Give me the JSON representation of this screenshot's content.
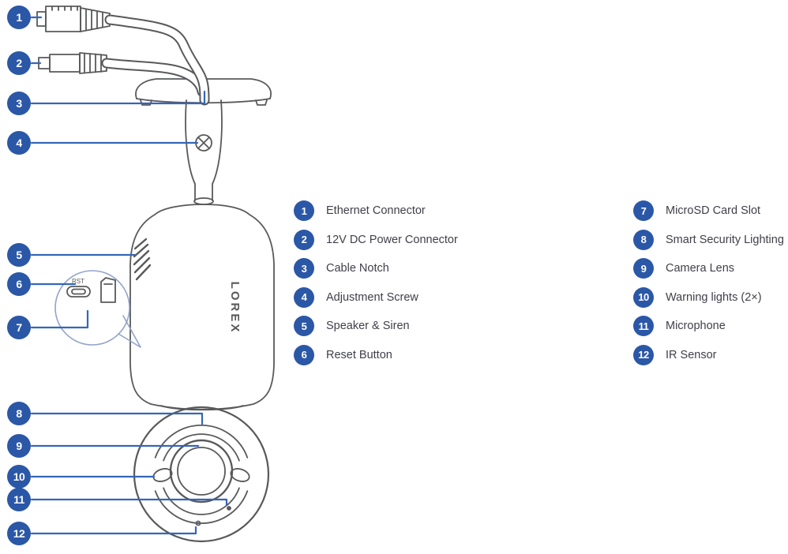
{
  "diagram": {
    "brand": "LOREX",
    "rst_label": "RST"
  },
  "legend": {
    "left": [
      {
        "num": "1",
        "label": "Ethernet Connector"
      },
      {
        "num": "2",
        "label": "12V DC Power Connector"
      },
      {
        "num": "3",
        "label": "Cable Notch"
      },
      {
        "num": "4",
        "label": "Adjustment Screw"
      },
      {
        "num": "5",
        "label": "Speaker & Siren"
      },
      {
        "num": "6",
        "label": "Reset Button"
      }
    ],
    "right": [
      {
        "num": "7",
        "label": "MicroSD Card Slot"
      },
      {
        "num": "8",
        "label": "Smart Security Lighting"
      },
      {
        "num": "9",
        "label": "Camera Lens"
      },
      {
        "num": "10",
        "label": "Warning lights (2×)"
      },
      {
        "num": "11",
        "label": "Microphone"
      },
      {
        "num": "12",
        "label": "IR Sensor"
      }
    ]
  },
  "colors": {
    "marker_blue": "#2b57a7",
    "callout_line_blue": "#3566b8",
    "sketch_gray": "#58595b",
    "label_text": "#3f3f4a"
  }
}
